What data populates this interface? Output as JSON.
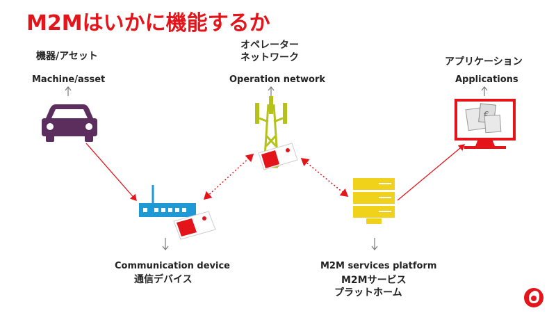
{
  "title": "M2Mはいかに機能するか",
  "nodes": {
    "machine": {
      "jp": "機器/アセット",
      "en": "Machine/asset",
      "icon": "car-icon"
    },
    "operation": {
      "jp_line1": "オペレーター",
      "jp_line2": "ネットワーク",
      "en": "Operation network",
      "icon": "cell-tower-icon"
    },
    "applications": {
      "jp": "アプリケーション",
      "en": "Applications",
      "icon": "monitor-icon"
    },
    "communication": {
      "en": "Communication device",
      "jp": "通信デバイス",
      "icon": "router-icon"
    },
    "platform": {
      "en": "M2M services platform",
      "jp_line1": "M2Mサービス",
      "jp_line2": "プラットホーム",
      "icon": "server-icon"
    }
  },
  "colors": {
    "brand_red": "#e4141b",
    "car_purple": "#5b2e5e",
    "router_blue": "#1d9ad6",
    "tower_green": "#b5c21c",
    "server_yellow": "#f1d21a",
    "arrow_gray": "#777777"
  }
}
